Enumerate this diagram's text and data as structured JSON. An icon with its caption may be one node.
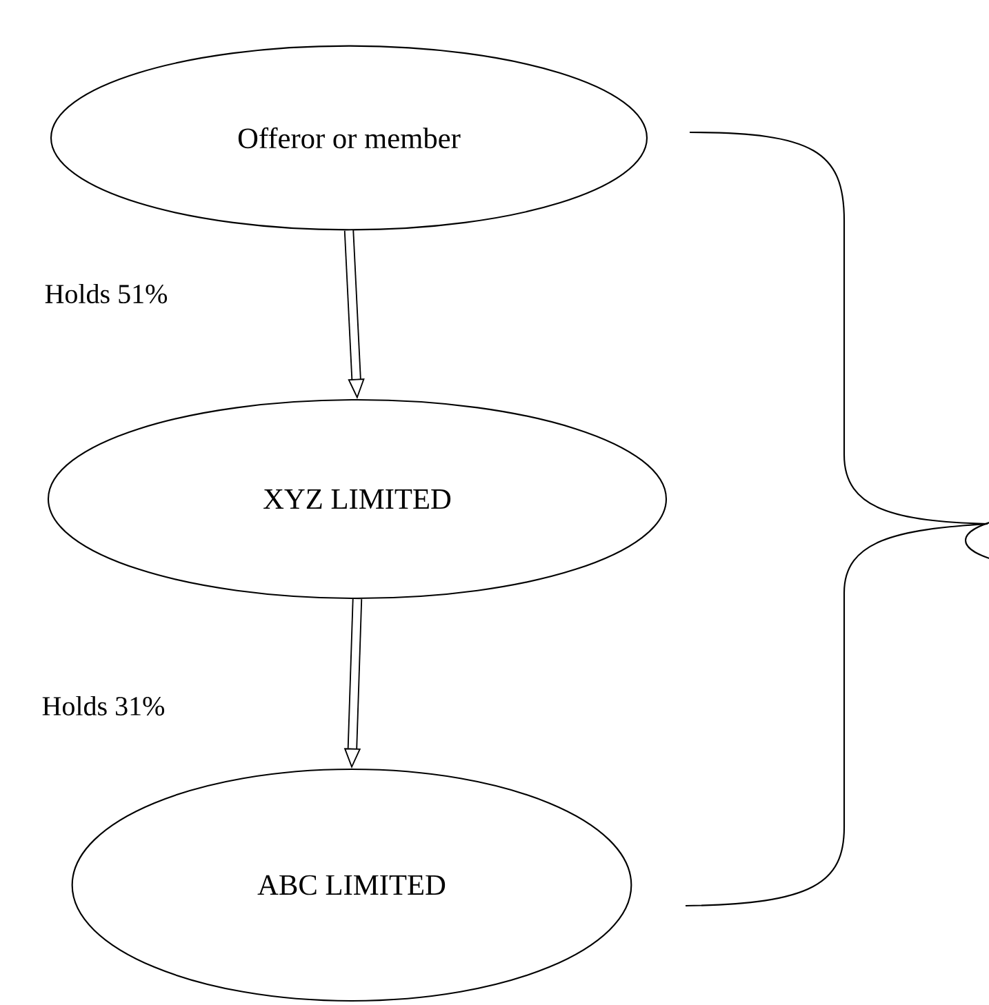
{
  "diagram": {
    "nodes": [
      {
        "text": [
          "Offeror or member"
        ]
      },
      {
        "text": [
          "XYZ LIMITED"
        ]
      },
      {
        "text": [
          "ABC LIMITED"
        ]
      },
      {
        "text": [],
        "shape": "ellipse"
      }
    ],
    "edges": [
      {
        "from": 0,
        "to": 1,
        "arrow": "to"
      },
      {
        "from": 1,
        "to": 2,
        "arrow": "to"
      }
    ],
    "labels": [
      "Holds 51%",
      "Holds 31%"
    ]
  }
}
